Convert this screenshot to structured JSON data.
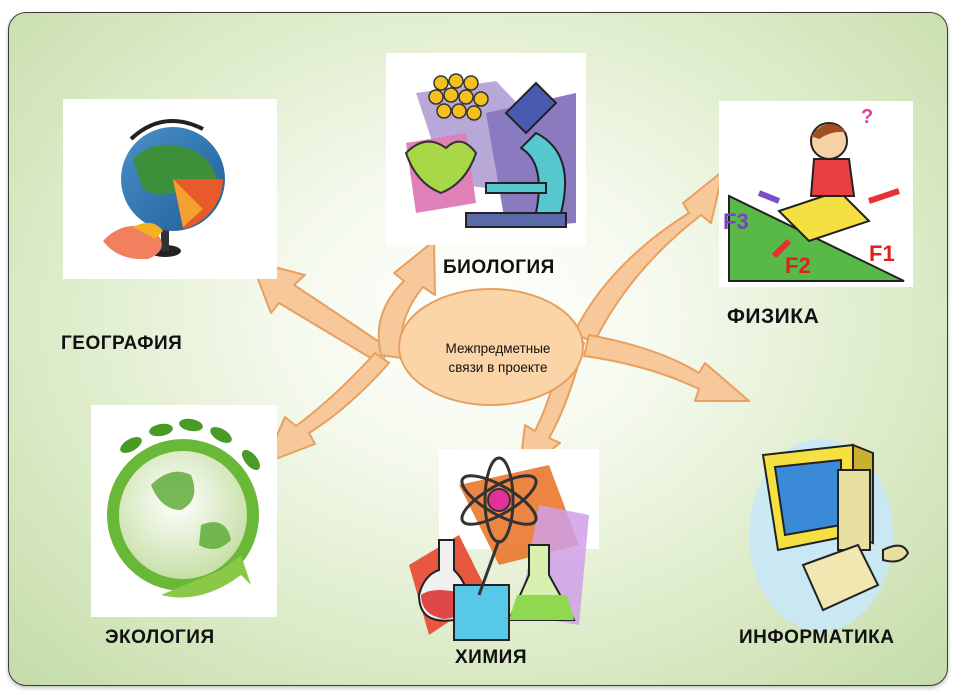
{
  "center": {
    "text_line1": "Межпредметные",
    "text_line2": "связи в проекте"
  },
  "subjects": {
    "biology": "БИОЛОГИЯ",
    "geography": "ГЕОГРАФИЯ",
    "physics": "ФИЗИКА",
    "ecology": "ЭКОЛОГИЯ",
    "chemistry": "ХИМИЯ",
    "informatics": "ИНФОРМАТИКА"
  },
  "physics_image": {
    "force1": "F1",
    "force2": "F2",
    "force3": "F3",
    "question": "?"
  },
  "colors": {
    "arrow_fill": "#f7c89a",
    "arrow_stroke": "#e8a060",
    "center_fill": "#fbd4a8",
    "background": "#d6e8c0"
  }
}
